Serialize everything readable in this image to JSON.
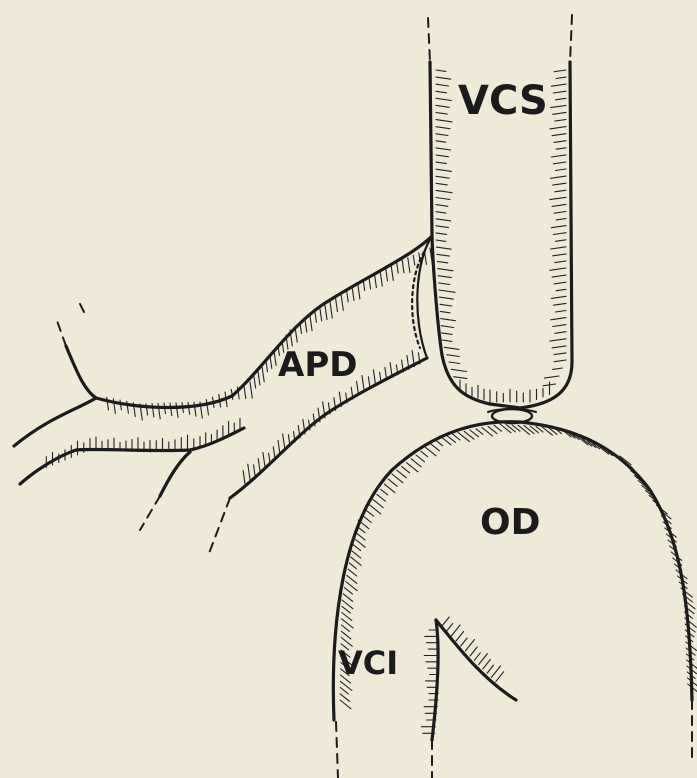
{
  "labels": {
    "vcs": "VCS",
    "apd": "APD",
    "od": "OD",
    "vci": "VCI"
  },
  "colors": {
    "paper": "#efe9d8",
    "ink": "#1b1b1b"
  }
}
